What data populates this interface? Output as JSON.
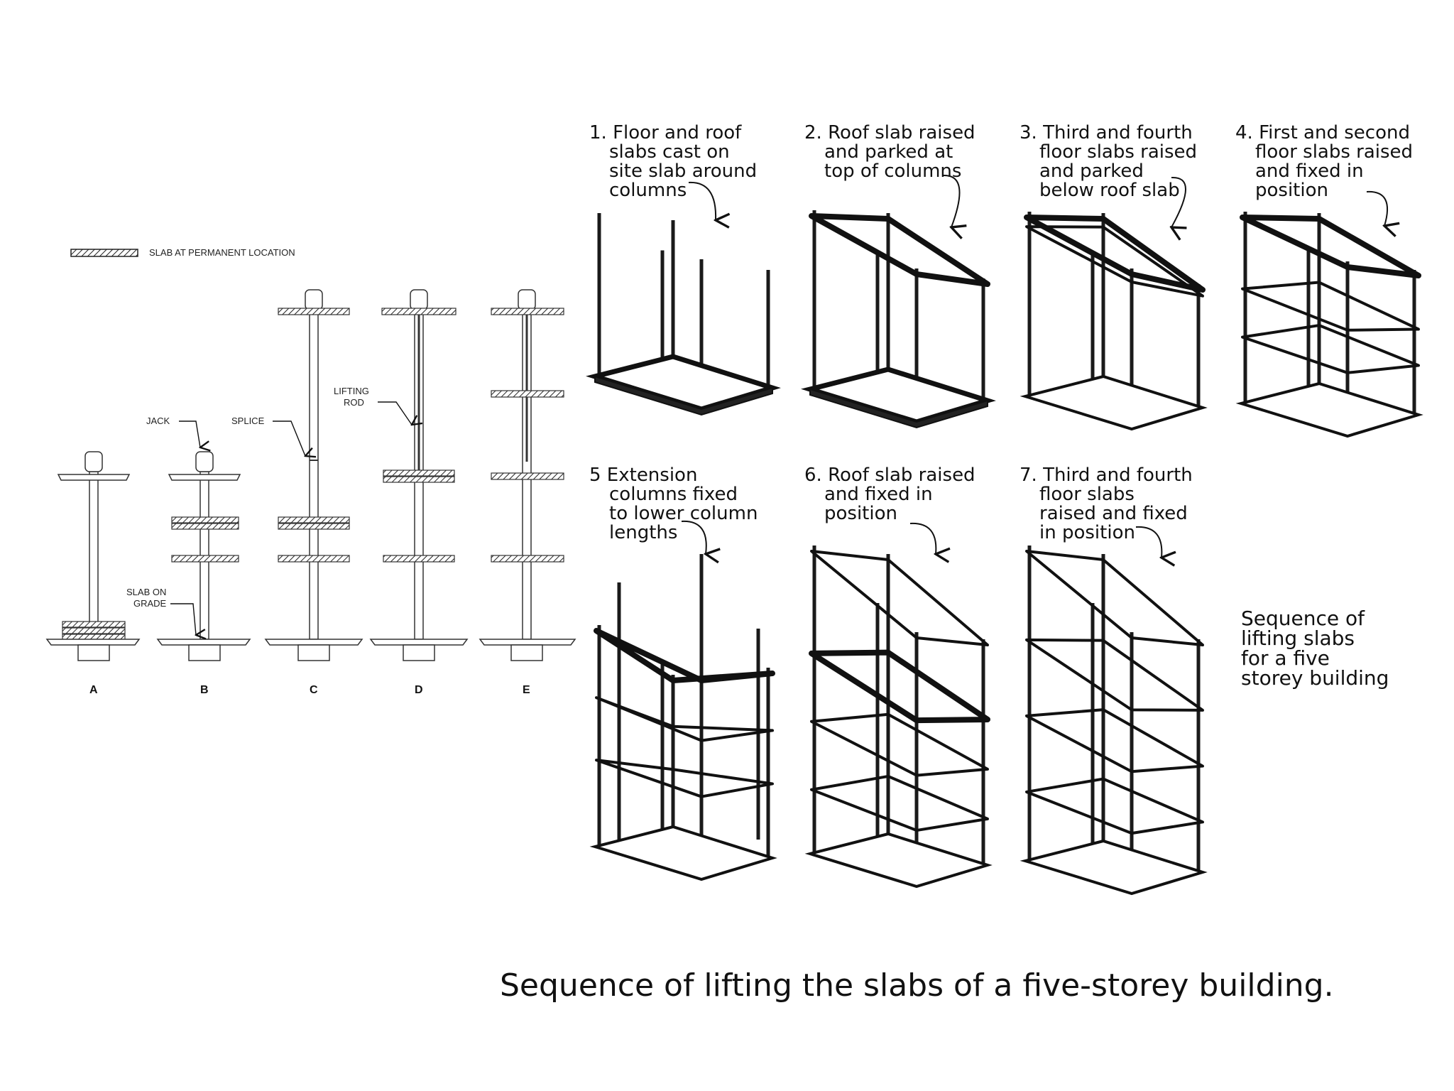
{
  "elevation": {
    "legend": "SLAB AT PERMANENT LOCATION",
    "labels": {
      "jack": "JACK",
      "splice": "SPLICE",
      "lifting_rod_1": "LIFTING",
      "lifting_rod_2": "ROD",
      "slab_on_grade_1": "SLAB ON",
      "slab_on_grade_2": "GRADE"
    },
    "stages": [
      "A",
      "B",
      "C",
      "D",
      "E"
    ]
  },
  "steps": [
    {
      "lines": [
        "1. Floor and roof",
        "slabs cast on",
        "site slab around",
        "columns"
      ]
    },
    {
      "lines": [
        "2. Roof slab raised",
        "and parked at",
        "top of columns"
      ]
    },
    {
      "lines": [
        "3. Third and fourth",
        "floor slabs raised",
        "and parked",
        "below roof slab"
      ]
    },
    {
      "lines": [
        "4. First and second",
        "floor slabs raised",
        "and fixed in",
        "position"
      ]
    },
    {
      "lines": [
        "5 Extension",
        "columns fixed",
        "to lower column",
        "lengths"
      ]
    },
    {
      "lines": [
        "6. Roof slab raised",
        "and fixed in",
        "position"
      ]
    },
    {
      "lines": [
        "7. Third and fourth",
        "floor slabs",
        "raised and fixed",
        "in position"
      ]
    }
  ],
  "sequence_note": [
    "Sequence of",
    "lifting slabs",
    "for a five",
    "storey building"
  ],
  "caption": "Sequence of lifting the slabs of a five-storey building."
}
